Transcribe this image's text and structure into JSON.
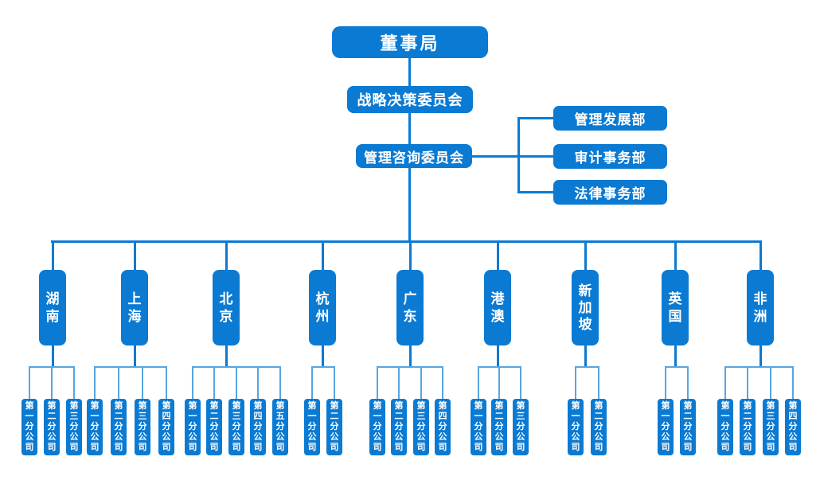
{
  "colors": {
    "primary": "#0b7ad2",
    "connector_light": "#58a5e1",
    "text_on_primary": "#ffffff",
    "background": "#ffffff"
  },
  "org": {
    "root": {
      "label": "董事局"
    },
    "committees": [
      {
        "label": "战略决策委员会"
      },
      {
        "label": "管理咨询委员会"
      }
    ],
    "staff_departments": [
      {
        "label": "管理发展部"
      },
      {
        "label": "审计事务部"
      },
      {
        "label": "法律事务部"
      }
    ],
    "regions": [
      {
        "label": "湖南",
        "branches": [
          "第一分公司",
          "第二分公司",
          "第三分公司"
        ]
      },
      {
        "label": "上海",
        "branches": [
          "第一分公司",
          "第二分公司",
          "第三分公司",
          "第四分公司"
        ]
      },
      {
        "label": "北京",
        "branches": [
          "第一分公司",
          "第二分公司",
          "第三分公司",
          "第四分公司",
          "第五分公司"
        ]
      },
      {
        "label": "杭州",
        "branches": [
          "第一分公司",
          "第二分公司"
        ]
      },
      {
        "label": "广东",
        "branches": [
          "第一分公司",
          "第二分公司",
          "第三分公司",
          "第四分公司"
        ]
      },
      {
        "label": "港澳",
        "branches": [
          "第一分公司",
          "第二分公司",
          "第三分公司"
        ]
      },
      {
        "label": "新加坡",
        "branches": [
          "第一分公司",
          "第二分公司"
        ]
      },
      {
        "label": "英国",
        "branches": [
          "第一分公司",
          "第二分公司"
        ]
      },
      {
        "label": "非洲",
        "branches": [
          "第一分公司",
          "第二分公司",
          "第三分公司",
          "第四分公司"
        ]
      }
    ]
  }
}
